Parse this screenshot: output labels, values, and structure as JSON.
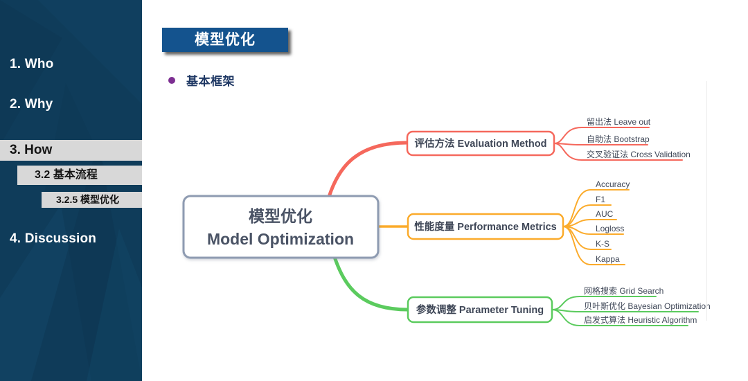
{
  "sidebar": {
    "bg_color": "#0f3c5a",
    "items": [
      {
        "id": "who",
        "label": "1.  Who"
      },
      {
        "id": "why",
        "label": "2.  Why"
      },
      {
        "id": "how",
        "label": "3.  How"
      },
      {
        "id": "how-3-2",
        "label": "3.2  基本流程"
      },
      {
        "id": "how-3-2-5",
        "label": "3.2.5  模型优化"
      },
      {
        "id": "discussion",
        "label": "4.  Discussion"
      }
    ],
    "highlight_color": "#d8d8d8"
  },
  "header": {
    "title": "模型优化",
    "title_bg": "#14538e",
    "section_bullet": "基本框架",
    "bullet_color": "#7d2f92"
  },
  "mindmap": {
    "center": {
      "title_zh": "模型优化",
      "title_en": "Model Optimization",
      "border_color": "#8e9bb1"
    },
    "branches": [
      {
        "label": "评估方法 Evaluation Method",
        "color": "#f5685c",
        "leaves": [
          "留出法 Leave out",
          "自助法 Bootstrap",
          "交叉验证法 Cross Validation"
        ]
      },
      {
        "label": "性能度量 Performance Metrics",
        "color": "#fbab2b",
        "leaves": [
          "Accuracy",
          "F1",
          "AUC",
          "Logloss",
          "K-S",
          "Kappa"
        ]
      },
      {
        "label": "参数调整 Parameter Tuning",
        "color": "#5bcb5e",
        "leaves": [
          "网格搜索 Grid Search",
          "贝叶斯优化 Bayesian Optimization",
          "启发式算法 Heuristic Algorithm"
        ]
      }
    ]
  }
}
